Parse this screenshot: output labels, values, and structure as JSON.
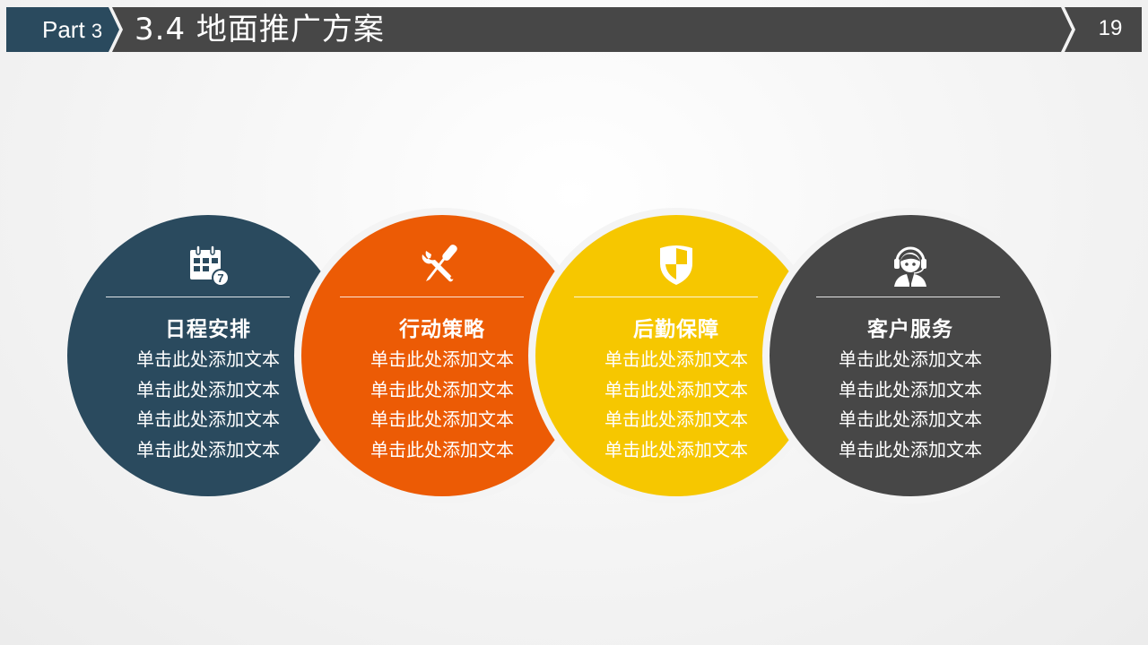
{
  "header": {
    "part_label": "Part",
    "part_number": "3",
    "title": "3.4 地面推广方案",
    "page_number": "19",
    "colors": {
      "part_bg": "#2a4a5e",
      "bar_bg": "#474747"
    }
  },
  "cards": [
    {
      "icon": "calendar-icon",
      "title": "日程安排",
      "color": "#2a4a5e",
      "lines": [
        "单击此处添加文本",
        "单击此处添加文本",
        "单击此处添加文本",
        "单击此处添加文本"
      ]
    },
    {
      "icon": "tools-icon",
      "title": "行动策略",
      "color": "#ec5b05",
      "lines": [
        "单击此处添加文本",
        "单击此处添加文本",
        "单击此处添加文本",
        "单击此处添加文本"
      ]
    },
    {
      "icon": "shield-icon",
      "title": "后勤保障",
      "color": "#f6c700",
      "lines": [
        "单击此处添加文本",
        "单击此处添加文本",
        "单击此处添加文本",
        "单击此处添加文本"
      ]
    },
    {
      "icon": "customer-service-icon",
      "title": "客户服务",
      "color": "#474747",
      "lines": [
        "单击此处添加文本",
        "单击此处添加文本",
        "单击此处添加文本",
        "单击此处添加文本"
      ]
    }
  ]
}
